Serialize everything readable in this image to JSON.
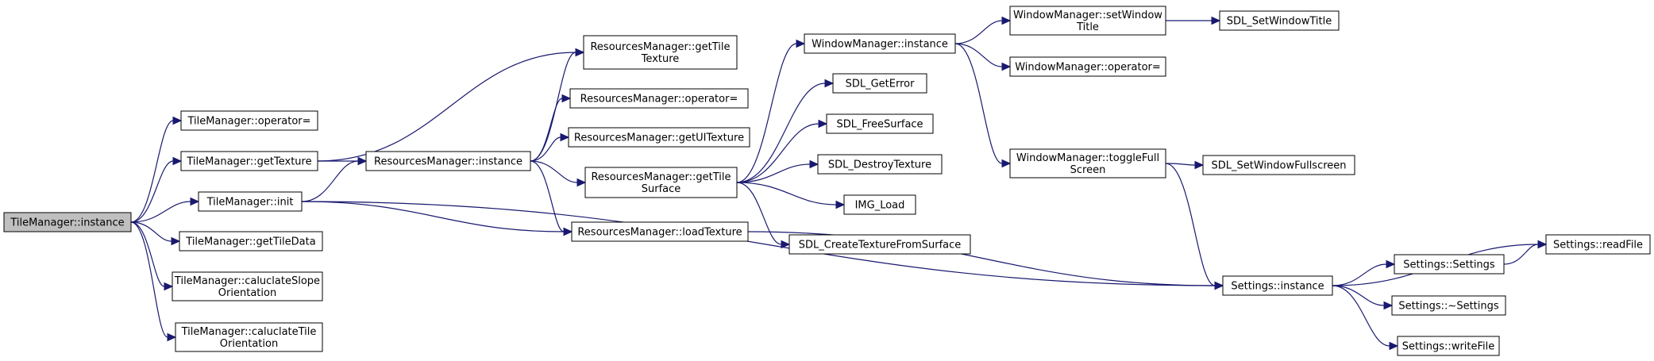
{
  "graph": {
    "colors": {
      "edge": "#191970",
      "root_fill": "#bfbfbf",
      "node_fill": "#ffffff",
      "border": "#000000"
    },
    "nodes": [
      {
        "id": "tm_instance",
        "lines": [
          "TileManager::instance"
        ],
        "root": true
      },
      {
        "id": "tm_operator",
        "lines": [
          "TileManager::operator="
        ]
      },
      {
        "id": "tm_getTexture",
        "lines": [
          "TileManager::getTexture"
        ]
      },
      {
        "id": "tm_init",
        "lines": [
          "TileManager::init"
        ]
      },
      {
        "id": "tm_getTileData",
        "lines": [
          "TileManager::getTileData"
        ]
      },
      {
        "id": "tm_calcSlope",
        "lines": [
          "TileManager::caluclateSlope",
          "Orientation"
        ]
      },
      {
        "id": "tm_calcTile",
        "lines": [
          "TileManager::caluclateTile",
          "Orientation"
        ]
      },
      {
        "id": "rm_instance",
        "lines": [
          "ResourcesManager::instance"
        ]
      },
      {
        "id": "rm_getTileTexture",
        "lines": [
          "ResourcesManager::getTile",
          "Texture"
        ]
      },
      {
        "id": "rm_operator",
        "lines": [
          "ResourcesManager::operator="
        ]
      },
      {
        "id": "rm_getUITexture",
        "lines": [
          "ResourcesManager::getUITexture"
        ]
      },
      {
        "id": "rm_getTileSurface",
        "lines": [
          "ResourcesManager::getTile",
          "Surface"
        ]
      },
      {
        "id": "rm_loadTexture",
        "lines": [
          "ResourcesManager::loadTexture"
        ]
      },
      {
        "id": "wm_instance",
        "lines": [
          "WindowManager::instance"
        ]
      },
      {
        "id": "sdl_getError",
        "lines": [
          "SDL_GetError"
        ]
      },
      {
        "id": "sdl_freeSurface",
        "lines": [
          "SDL_FreeSurface"
        ]
      },
      {
        "id": "sdl_destroyTexture",
        "lines": [
          "SDL_DestroyTexture"
        ]
      },
      {
        "id": "img_load",
        "lines": [
          "IMG_Load"
        ]
      },
      {
        "id": "sdl_createTexFromSurface",
        "lines": [
          "SDL_CreateTextureFromSurface"
        ]
      },
      {
        "id": "wm_setWindowTitle",
        "lines": [
          "WindowManager::setWindow",
          "Title"
        ]
      },
      {
        "id": "wm_operator",
        "lines": [
          "WindowManager::operator="
        ]
      },
      {
        "id": "wm_toggleFullScreen",
        "lines": [
          "WindowManager::toggleFull",
          "Screen"
        ]
      },
      {
        "id": "sdl_setWindowTitle",
        "lines": [
          "SDL_SetWindowTitle"
        ]
      },
      {
        "id": "sdl_setWindowFullscreen",
        "lines": [
          "SDL_SetWindowFullscreen"
        ]
      },
      {
        "id": "settings_instance",
        "lines": [
          "Settings::instance"
        ]
      },
      {
        "id": "settings_ctor",
        "lines": [
          "Settings::Settings"
        ]
      },
      {
        "id": "settings_dtor",
        "lines": [
          "Settings::~Settings"
        ]
      },
      {
        "id": "settings_writeFile",
        "lines": [
          "Settings::writeFile"
        ]
      },
      {
        "id": "settings_readFile",
        "lines": [
          "Settings::readFile"
        ]
      }
    ],
    "edges": [
      [
        "tm_instance",
        "tm_operator"
      ],
      [
        "tm_instance",
        "tm_getTexture"
      ],
      [
        "tm_instance",
        "tm_init"
      ],
      [
        "tm_instance",
        "tm_getTileData"
      ],
      [
        "tm_instance",
        "tm_calcSlope"
      ],
      [
        "tm_instance",
        "tm_calcTile"
      ],
      [
        "tm_getTexture",
        "rm_instance"
      ],
      [
        "tm_getTexture",
        "rm_getTileTexture"
      ],
      [
        "tm_init",
        "rm_instance"
      ],
      [
        "tm_init",
        "rm_loadTexture"
      ],
      [
        "tm_init",
        "settings_instance"
      ],
      [
        "rm_instance",
        "rm_getTileTexture"
      ],
      [
        "rm_instance",
        "rm_operator"
      ],
      [
        "rm_instance",
        "rm_getUITexture"
      ],
      [
        "rm_instance",
        "rm_getTileSurface"
      ],
      [
        "rm_instance",
        "rm_loadTexture"
      ],
      [
        "rm_getTileSurface",
        "wm_instance"
      ],
      [
        "rm_getTileSurface",
        "sdl_getError"
      ],
      [
        "rm_getTileSurface",
        "sdl_freeSurface"
      ],
      [
        "rm_getTileSurface",
        "sdl_destroyTexture"
      ],
      [
        "rm_getTileSurface",
        "img_load"
      ],
      [
        "rm_getTileSurface",
        "sdl_createTexFromSurface"
      ],
      [
        "rm_loadTexture",
        "settings_instance"
      ],
      [
        "wm_instance",
        "wm_setWindowTitle"
      ],
      [
        "wm_instance",
        "wm_operator"
      ],
      [
        "wm_instance",
        "wm_toggleFullScreen"
      ],
      [
        "wm_setWindowTitle",
        "sdl_setWindowTitle"
      ],
      [
        "wm_toggleFullScreen",
        "sdl_setWindowFullscreen"
      ],
      [
        "wm_toggleFullScreen",
        "settings_instance"
      ],
      [
        "settings_instance",
        "settings_ctor"
      ],
      [
        "settings_instance",
        "settings_dtor"
      ],
      [
        "settings_instance",
        "settings_writeFile"
      ],
      [
        "settings_instance",
        "settings_readFile"
      ],
      [
        "settings_ctor",
        "settings_readFile"
      ]
    ]
  }
}
